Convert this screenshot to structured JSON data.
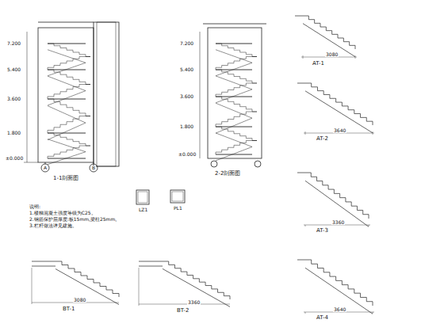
{
  "diagram": {
    "labels": [
      "1-1剖面图",
      "2-2剖面图",
      "AT-1",
      "AT-2",
      "AT-3",
      "AT-4",
      "BT-1",
      "BT-2",
      "LZ1",
      "PL1",
      "说明:",
      "1.楼梯混凝土强度等级为C25。",
      "2.钢筋保护层厚度:板15mm,梁柱25mm。",
      "3.栏杆做法详见建施。",
      "7.200",
      "5.400",
      "3.600",
      "1.800",
      "±0.000",
      "7.200",
      "5.400",
      "3.600",
      "1.800",
      "±0.000",
      "A",
      "B",
      "3080",
      "3640",
      "3360",
      "3640",
      "3080",
      "3360"
    ]
  }
}
